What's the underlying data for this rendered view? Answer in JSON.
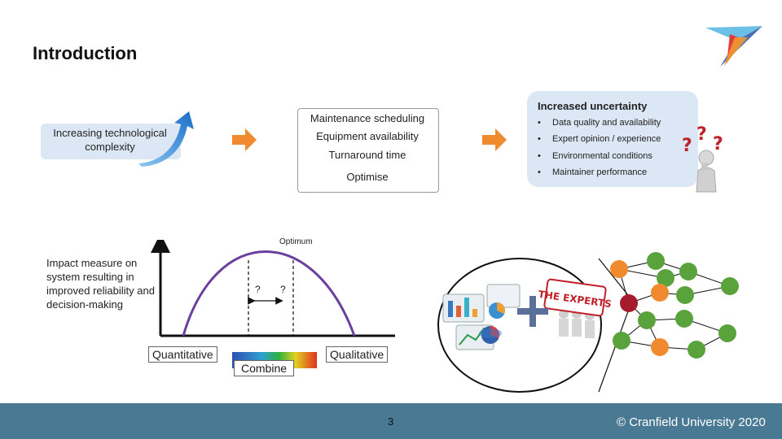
{
  "slide": {
    "title": "Introduction",
    "complexity_label": "Increasing technological complexity",
    "maintenance": {
      "items": [
        "Maintenance scheduling",
        "Equipment availability",
        "Turnaround time"
      ],
      "action": "Optimise"
    },
    "uncertainty": {
      "title": "Increased uncertainty",
      "bullets": [
        "Data quality and availability",
        "Expert opinion / experience",
        "Environmental conditions",
        "Maintainer performance"
      ]
    },
    "impact_label": "Impact measure on system resulting in improved reliability and decision-making",
    "chart": {
      "peak_label": "Optimum",
      "question_marks": [
        "?",
        "?"
      ],
      "left_label": "Quantitative",
      "right_label": "Qualitative",
      "combine_label": "Combine"
    },
    "collage": {
      "experts_text": "THE EXPERTS"
    },
    "footer": {
      "page_number": "3",
      "copyright": "© Cranfield University 2020"
    },
    "colors": {
      "footer": "#4a7a93",
      "arrow": "#f08a2e",
      "curve": "#6a3fa0",
      "light_blue_box": "#dbe7f4",
      "node_orange": "#f08a2e",
      "node_green": "#5aa33c",
      "node_red": "#a51d2d"
    }
  }
}
